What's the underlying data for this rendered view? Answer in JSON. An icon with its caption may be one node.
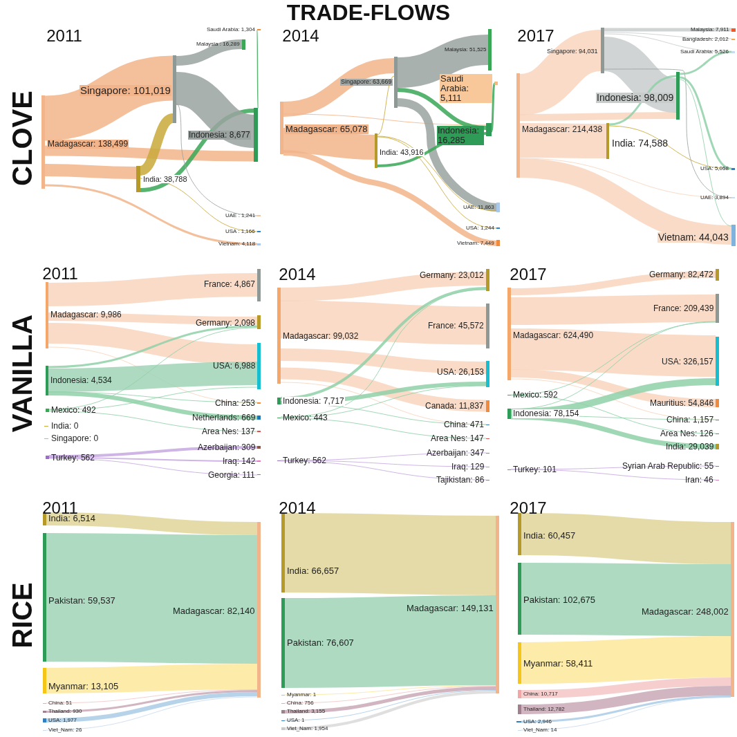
{
  "diagram": {
    "title": "TRADE-FLOWS",
    "nodes": [
      {
        "text": [
          "Madagascar: 138,499"
        ]
      },
      {
        "text": [
          "Singapore: 101,019"
        ]
      },
      {
        "text": [
          "India: 38,788"
        ]
      },
      {
        "text": [
          "Saudi Arabia: 1,304"
        ]
      },
      {
        "text": [
          "Malaysia : 16,289"
        ]
      },
      {
        "text": [
          "Indonesia: 8,677"
        ]
      },
      {
        "text": [
          "UAE : 1,241"
        ]
      },
      {
        "text": [
          "USA : 1,166"
        ]
      },
      {
        "text": [
          "Vietnam: 4,118"
        ]
      },
      {
        "text": [
          "Madagascar: 65,078"
        ]
      },
      {
        "text": [
          "Singapore: 63,669"
        ]
      },
      {
        "text": [
          "India: 43,916"
        ]
      },
      {
        "text": [
          "Malaysia: 51,525"
        ]
      },
      {
        "text": [
          "Saudi Arabia: 5,111"
        ]
      },
      {
        "text": [
          "Indonesia: 16,285"
        ]
      },
      {
        "text": [
          "UAE: 11,863"
        ]
      },
      {
        "text": [
          "USA: 1,244"
        ]
      },
      {
        "text": [
          "Vietnam: 7,449"
        ]
      },
      {
        "text": [
          "Madagascar: 214,438"
        ]
      },
      {
        "text": [
          "Singapore: 94,031"
        ]
      },
      {
        "text": [
          "India: 74,588"
        ]
      },
      {
        "text": [
          "Indonesia: 98,009"
        ]
      },
      {
        "text": [
          "Malaysia: 7,911"
        ]
      },
      {
        "text": [
          "Bangladesh: 2,012"
        ]
      },
      {
        "text": [
          "Saudi Arabia: 5,526"
        ]
      },
      {
        "text": [
          "USA: 5,058"
        ]
      },
      {
        "text": [
          "UAE: 3,894"
        ]
      },
      {
        "text": [
          "Vietnam: 44,043"
        ]
      },
      {
        "text": [
          "Madagascar: 9,986"
        ]
      },
      {
        "text": [
          "Indonesia: 4,534"
        ]
      },
      {
        "text": [
          "Mexico: 492"
        ]
      },
      {
        "text": [
          "India: 0"
        ]
      },
      {
        "text": [
          "Singapore: 0"
        ]
      },
      {
        "text": [
          "Turkey: 562"
        ]
      },
      {
        "text": [
          "France: 4,867"
        ]
      },
      {
        "text": [
          "Germany: 2,098"
        ]
      },
      {
        "text": [
          "USA: 6,988"
        ]
      },
      {
        "text": [
          "China: 253"
        ]
      },
      {
        "text": [
          "Netherlands: 669"
        ]
      },
      {
        "text": [
          "Area Nes: 137"
        ]
      },
      {
        "text": [
          "Azerbaijan: 309"
        ]
      },
      {
        "text": [
          "Iraq: 142"
        ]
      },
      {
        "text": [
          "Georgia: 111"
        ]
      },
      {
        "text": [
          "Madagascar: 99,032"
        ]
      },
      {
        "text": [
          "Indonesia: 7,717"
        ]
      },
      {
        "text": [
          "Mexico: 443"
        ]
      },
      {
        "text": [
          "Turkey: 562"
        ]
      },
      {
        "text": [
          "Germany: 23,012"
        ]
      },
      {
        "text": [
          "France: 45,572"
        ]
      },
      {
        "text": [
          "USA: 26,153"
        ]
      },
      {
        "text": [
          "Canada: 11,837"
        ]
      },
      {
        "text": [
          "China: 471"
        ]
      },
      {
        "text": [
          "Area Nes: 147"
        ]
      },
      {
        "text": [
          "Azerbaijan: 347"
        ]
      },
      {
        "text": [
          "Iraq: 129"
        ]
      },
      {
        "text": [
          "Tajikistan: 86"
        ]
      },
      {
        "text": [
          "Madagascar: 624,490"
        ]
      },
      {
        "text": [
          "Mexico: 592"
        ]
      },
      {
        "text": [
          "Indonesia: 78,154"
        ]
      },
      {
        "text": [
          "Turkey: 101"
        ]
      },
      {
        "text": [
          "Germany: 82,472"
        ]
      },
      {
        "text": [
          "France: 209,439"
        ]
      },
      {
        "text": [
          "USA: 326,157"
        ]
      },
      {
        "text": [
          "Mauritius: 54,846"
        ]
      },
      {
        "text": [
          "China: 1,157"
        ]
      },
      {
        "text": [
          "Area Nes: 126"
        ]
      },
      {
        "text": [
          "India: 29,039"
        ]
      },
      {
        "text": [
          "Syrian Arab Republic: 55"
        ]
      },
      {
        "text": [
          "Iran: 46"
        ]
      },
      {
        "text": [
          "India: 6,514"
        ]
      },
      {
        "text": [
          "Pakistan: 59,537"
        ]
      },
      {
        "text": [
          "Myanmar: 13,105"
        ]
      },
      {
        "text": [
          "China: 51"
        ]
      },
      {
        "text": [
          "Thailand: 930"
        ]
      },
      {
        "text": [
          "USA: 1,977"
        ]
      },
      {
        "text": [
          "Viet_Nam: 26"
        ]
      },
      {
        "text": [
          "Madagascar: 82,140"
        ]
      },
      {
        "text": [
          "India: 66,657"
        ]
      },
      {
        "text": [
          "Pakistan: 76,607"
        ]
      },
      {
        "text": [
          "Myanmar: 1"
        ]
      },
      {
        "text": [
          "China: 756"
        ]
      },
      {
        "text": [
          "Thailand: 3,155"
        ]
      },
      {
        "text": [
          "USA: 1"
        ]
      },
      {
        "text": [
          "Viet_Nam: 1,954"
        ]
      },
      {
        "text": [
          "Madagascar: 149,131"
        ]
      },
      {
        "text": [
          "India: 60,457"
        ]
      },
      {
        "text": [
          "Pakistan: 102,675"
        ]
      },
      {
        "text": [
          "Myanmar: 58,411"
        ]
      },
      {
        "text": [
          "China: 10,717"
        ]
      },
      {
        "text": [
          "Thailand: 12,782"
        ]
      },
      {
        "text": [
          "USA: 2,946"
        ]
      },
      {
        "text": [
          "Viet_Nam: 14"
        ]
      },
      {
        "text": [
          "Madagascar: 248,002"
        ]
      }
    ],
    "edges": [
      {
        "from": 0,
        "to": 1,
        "arrow": "none",
        "style": "thick",
        "color": "#f2b48a"
      },
      {
        "from": 0,
        "to": 5,
        "arrow": "none",
        "style": "thick",
        "color": "#f2b48a"
      },
      {
        "from": 0,
        "to": 2,
        "arrow": "none",
        "style": "thick",
        "color": "#f2b48a"
      },
      {
        "from": 0,
        "to": 8,
        "arrow": "none",
        "color": "#f2b48a"
      },
      {
        "from": 2,
        "to": 1,
        "arrow": "none",
        "style": "thick",
        "color": "#c9a93a"
      },
      {
        "from": 2,
        "to": 5,
        "arrow": "none",
        "color": "#3aa757"
      },
      {
        "from": 2,
        "to": 7,
        "arrow": "none",
        "color": "#c9a93a"
      },
      {
        "from": 1,
        "to": 4,
        "arrow": "none",
        "style": "thick",
        "color": "#9aa3a0"
      },
      {
        "from": 1,
        "to": 5,
        "arrow": "none",
        "style": "thick",
        "color": "#9aa3a0"
      },
      {
        "from": 1,
        "to": 6,
        "arrow": "none",
        "color": "#9aa3a0"
      },
      {
        "from": 5,
        "to": 3,
        "arrow": "none",
        "color": "#3aa757"
      },
      {
        "from": 9,
        "to": 10,
        "arrow": "none",
        "style": "thick",
        "color": "#f2b48a"
      },
      {
        "from": 9,
        "to": 11,
        "arrow": "none",
        "style": "thick",
        "color": "#f2b48a"
      },
      {
        "from": 9,
        "to": 14,
        "arrow": "none",
        "color": "#f2b48a"
      },
      {
        "from": 9,
        "to": 17,
        "arrow": "none",
        "style": "thick",
        "color": "#f2b48a"
      },
      {
        "from": 10,
        "to": 12,
        "arrow": "none",
        "style": "thick",
        "color": "#9aa3a0"
      },
      {
        "from": 10,
        "to": 14,
        "arrow": "none",
        "color": "#3aa757"
      },
      {
        "from": 10,
        "to": 15,
        "arrow": "none",
        "style": "thick",
        "color": "#9aa3a0"
      },
      {
        "from": 11,
        "to": 10,
        "arrow": "none",
        "color": "#c9a93a"
      },
      {
        "from": 11,
        "to": 14,
        "arrow": "none",
        "color": "#3aa757"
      },
      {
        "from": 11,
        "to": 15,
        "arrow": "none",
        "color": "#c9a93a"
      },
      {
        "from": 11,
        "to": 16,
        "arrow": "none",
        "color": "#c9a93a"
      },
      {
        "from": 14,
        "to": 13,
        "arrow": "none",
        "color": "#3aa757"
      },
      {
        "from": 18,
        "to": 19,
        "arrow": "none",
        "style": "thick",
        "color": "#f8d5bd"
      },
      {
        "from": 18,
        "to": 21,
        "arrow": "none",
        "style": "thick",
        "color": "#f8d5bd"
      },
      {
        "from": 18,
        "to": 20,
        "arrow": "none",
        "style": "thick",
        "color": "#f8d5bd"
      },
      {
        "from": 18,
        "to": 26,
        "arrow": "none",
        "color": "#f8d5bd"
      },
      {
        "from": 18,
        "to": 27,
        "arrow": "none",
        "style": "thick",
        "color": "#f8d5bd"
      },
      {
        "from": 19,
        "to": 22,
        "arrow": "none",
        "color": "#c8cdcc"
      },
      {
        "from": 19,
        "to": 23,
        "arrow": "none",
        "color": "#c8cdcc"
      },
      {
        "from": 19,
        "to": 24,
        "arrow": "none",
        "color": "#c8cdcc"
      },
      {
        "from": 19,
        "to": 21,
        "arrow": "none",
        "style": "thick",
        "color": "#c8cdcc"
      },
      {
        "from": 19,
        "to": 26,
        "arrow": "none",
        "color": "#9aa3a0"
      },
      {
        "from": 20,
        "to": 21,
        "arrow": "none",
        "color": "#8fd0a8"
      },
      {
        "from": 20,
        "to": 25,
        "arrow": "none",
        "color": "#c9a93a"
      },
      {
        "from": 21,
        "to": 24,
        "arrow": "none",
        "color": "#8fd0a8"
      },
      {
        "from": 21,
        "to": 25,
        "arrow": "none",
        "color": "#8fd0a8"
      },
      {
        "from": 21,
        "to": 27,
        "arrow": "none",
        "color": "#8fd0a8"
      },
      {
        "from": 28,
        "to": 34,
        "arrow": "none",
        "style": "thick",
        "color": "#f8d5bd"
      },
      {
        "from": 28,
        "to": 35,
        "arrow": "none",
        "style": "thick",
        "color": "#f8d5bd"
      },
      {
        "from": 28,
        "to": 36,
        "arrow": "none",
        "style": "thick",
        "color": "#f8d5bd"
      },
      {
        "from": 28,
        "to": 37,
        "arrow": "none",
        "color": "#f8d5bd"
      },
      {
        "from": 29,
        "to": 35,
        "arrow": "none",
        "color": "#8fd0a8"
      },
      {
        "from": 29,
        "to": 36,
        "arrow": "none",
        "style": "thick",
        "color": "#9fd3b6"
      },
      {
        "from": 29,
        "to": 37,
        "arrow": "none",
        "color": "#8fd0a8"
      },
      {
        "from": 29,
        "to": 38,
        "arrow": "none",
        "color": "#8fd0a8"
      },
      {
        "from": 30,
        "to": 35,
        "arrow": "none",
        "color": "#8fd0a8"
      },
      {
        "from": 30,
        "to": 36,
        "arrow": "none",
        "color": "#8fd0a8"
      },
      {
        "from": 30,
        "to": 39,
        "arrow": "none",
        "color": "#8fd0a8"
      },
      {
        "from": 33,
        "to": 40,
        "arrow": "none",
        "color": "#c5a8e0"
      },
      {
        "from": 33,
        "to": 41,
        "arrow": "none",
        "color": "#c5a8e0"
      },
      {
        "from": 33,
        "to": 42,
        "arrow": "none",
        "color": "#c5a8e0"
      },
      {
        "from": 43,
        "to": 47,
        "arrow": "none",
        "style": "thick",
        "color": "#f8d5bd"
      },
      {
        "from": 43,
        "to": 48,
        "arrow": "none",
        "style": "thick",
        "color": "#f8d5bd"
      },
      {
        "from": 43,
        "to": 49,
        "arrow": "none",
        "style": "thick",
        "color": "#f8d5bd"
      },
      {
        "from": 43,
        "to": 50,
        "arrow": "none",
        "style": "thick",
        "color": "#f8d5bd"
      },
      {
        "from": 43,
        "to": 51,
        "arrow": "none",
        "color": "#f8d5bd"
      },
      {
        "from": 44,
        "to": 47,
        "arrow": "none",
        "color": "#8fd0a8"
      },
      {
        "from": 44,
        "to": 49,
        "arrow": "none",
        "color": "#8fd0a8"
      },
      {
        "from": 44,
        "to": 51,
        "arrow": "none",
        "color": "#8fd0a8"
      },
      {
        "from": 45,
        "to": 47,
        "arrow": "none",
        "color": "#8fd0a8"
      },
      {
        "from": 45,
        "to": 49,
        "arrow": "none",
        "color": "#8fd0a8"
      },
      {
        "from": 45,
        "to": 52,
        "arrow": "none",
        "color": "#8fd0a8"
      },
      {
        "from": 46,
        "to": 53,
        "arrow": "none",
        "color": "#c5a8e0"
      },
      {
        "from": 46,
        "to": 54,
        "arrow": "none",
        "color": "#c5a8e0"
      },
      {
        "from": 46,
        "to": 55,
        "arrow": "none",
        "color": "#c5a8e0"
      },
      {
        "from": 56,
        "to": 60,
        "arrow": "none",
        "style": "thick",
        "color": "#f8d5bd"
      },
      {
        "from": 56,
        "to": 61,
        "arrow": "none",
        "style": "thick",
        "color": "#f8d5bd"
      },
      {
        "from": 56,
        "to": 62,
        "arrow": "none",
        "style": "thick",
        "color": "#f8d5bd"
      },
      {
        "from": 56,
        "to": 63,
        "arrow": "none",
        "style": "thick",
        "color": "#f8d5bd"
      },
      {
        "from": 56,
        "to": 64,
        "arrow": "none",
        "color": "#f8d5bd"
      },
      {
        "from": 57,
        "to": 61,
        "arrow": "none",
        "color": "#8fd0a8"
      },
      {
        "from": 57,
        "to": 65,
        "arrow": "none",
        "color": "#8fd0a8"
      },
      {
        "from": 58,
        "to": 61,
        "arrow": "none",
        "color": "#8fd0a8"
      },
      {
        "from": 58,
        "to": 62,
        "arrow": "none",
        "style": "thick",
        "color": "#8fd0a8"
      },
      {
        "from": 58,
        "to": 64,
        "arrow": "none",
        "color": "#8fd0a8"
      },
      {
        "from": 58,
        "to": 66,
        "arrow": "none",
        "color": "#8fd0a8"
      },
      {
        "from": 59,
        "to": 67,
        "arrow": "none",
        "color": "#c5a8e0"
      },
      {
        "from": 59,
        "to": 68,
        "arrow": "none",
        "color": "#c5a8e0"
      },
      {
        "from": 69,
        "to": 76,
        "arrow": "none",
        "style": "thick",
        "color": "#e0d59a"
      },
      {
        "from": 70,
        "to": 76,
        "arrow": "none",
        "style": "thick",
        "color": "#9fd3b6"
      },
      {
        "from": 71,
        "to": 76,
        "arrow": "none",
        "style": "thick",
        "color": "#fbe79a"
      },
      {
        "from": 72,
        "to": 76,
        "arrow": "none",
        "color": "#f4c6c6"
      },
      {
        "from": 73,
        "to": 76,
        "arrow": "none",
        "color": "#c9a9b6"
      },
      {
        "from": 74,
        "to": 76,
        "arrow": "none",
        "color": "#a9cbe6"
      },
      {
        "from": 75,
        "to": 76,
        "arrow": "none",
        "color": "#c9dbef"
      },
      {
        "from": 77,
        "to": 84,
        "arrow": "none",
        "style": "thick",
        "color": "#e0d59a"
      },
      {
        "from": 78,
        "to": 84,
        "arrow": "none",
        "style": "thick",
        "color": "#9fd3b6"
      },
      {
        "from": 79,
        "to": 84,
        "arrow": "none",
        "color": "#fbe79a"
      },
      {
        "from": 80,
        "to": 84,
        "arrow": "none",
        "color": "#f4c6c6"
      },
      {
        "from": 81,
        "to": 84,
        "arrow": "none",
        "color": "#c9a9b6"
      },
      {
        "from": 82,
        "to": 84,
        "arrow": "none",
        "color": "#a9cbe6"
      },
      {
        "from": 83,
        "to": 84,
        "arrow": "none",
        "color": "#d9d9d9"
      },
      {
        "from": 85,
        "to": 92,
        "arrow": "none",
        "style": "thick",
        "color": "#e0d59a"
      },
      {
        "from": 86,
        "to": 92,
        "arrow": "none",
        "style": "thick",
        "color": "#9fd3b6"
      },
      {
        "from": 87,
        "to": 92,
        "arrow": "none",
        "style": "thick",
        "color": "#fbe79a"
      },
      {
        "from": 88,
        "to": 92,
        "arrow": "none",
        "style": "thick",
        "color": "#f4c6c6"
      },
      {
        "from": 89,
        "to": 92,
        "arrow": "none",
        "style": "thick",
        "color": "#c9a9b6"
      },
      {
        "from": 90,
        "to": 92,
        "arrow": "none",
        "color": "#a9cbe6"
      },
      {
        "from": 91,
        "to": 92,
        "arrow": "none",
        "color": "#c9dbef"
      }
    ],
    "labels": [
      "CLOVE",
      "2011",
      "2014",
      "2017",
      "VANILLA",
      "2011",
      "2014",
      "2017",
      "RICE",
      "2011",
      "2014",
      "2017"
    ]
  }
}
